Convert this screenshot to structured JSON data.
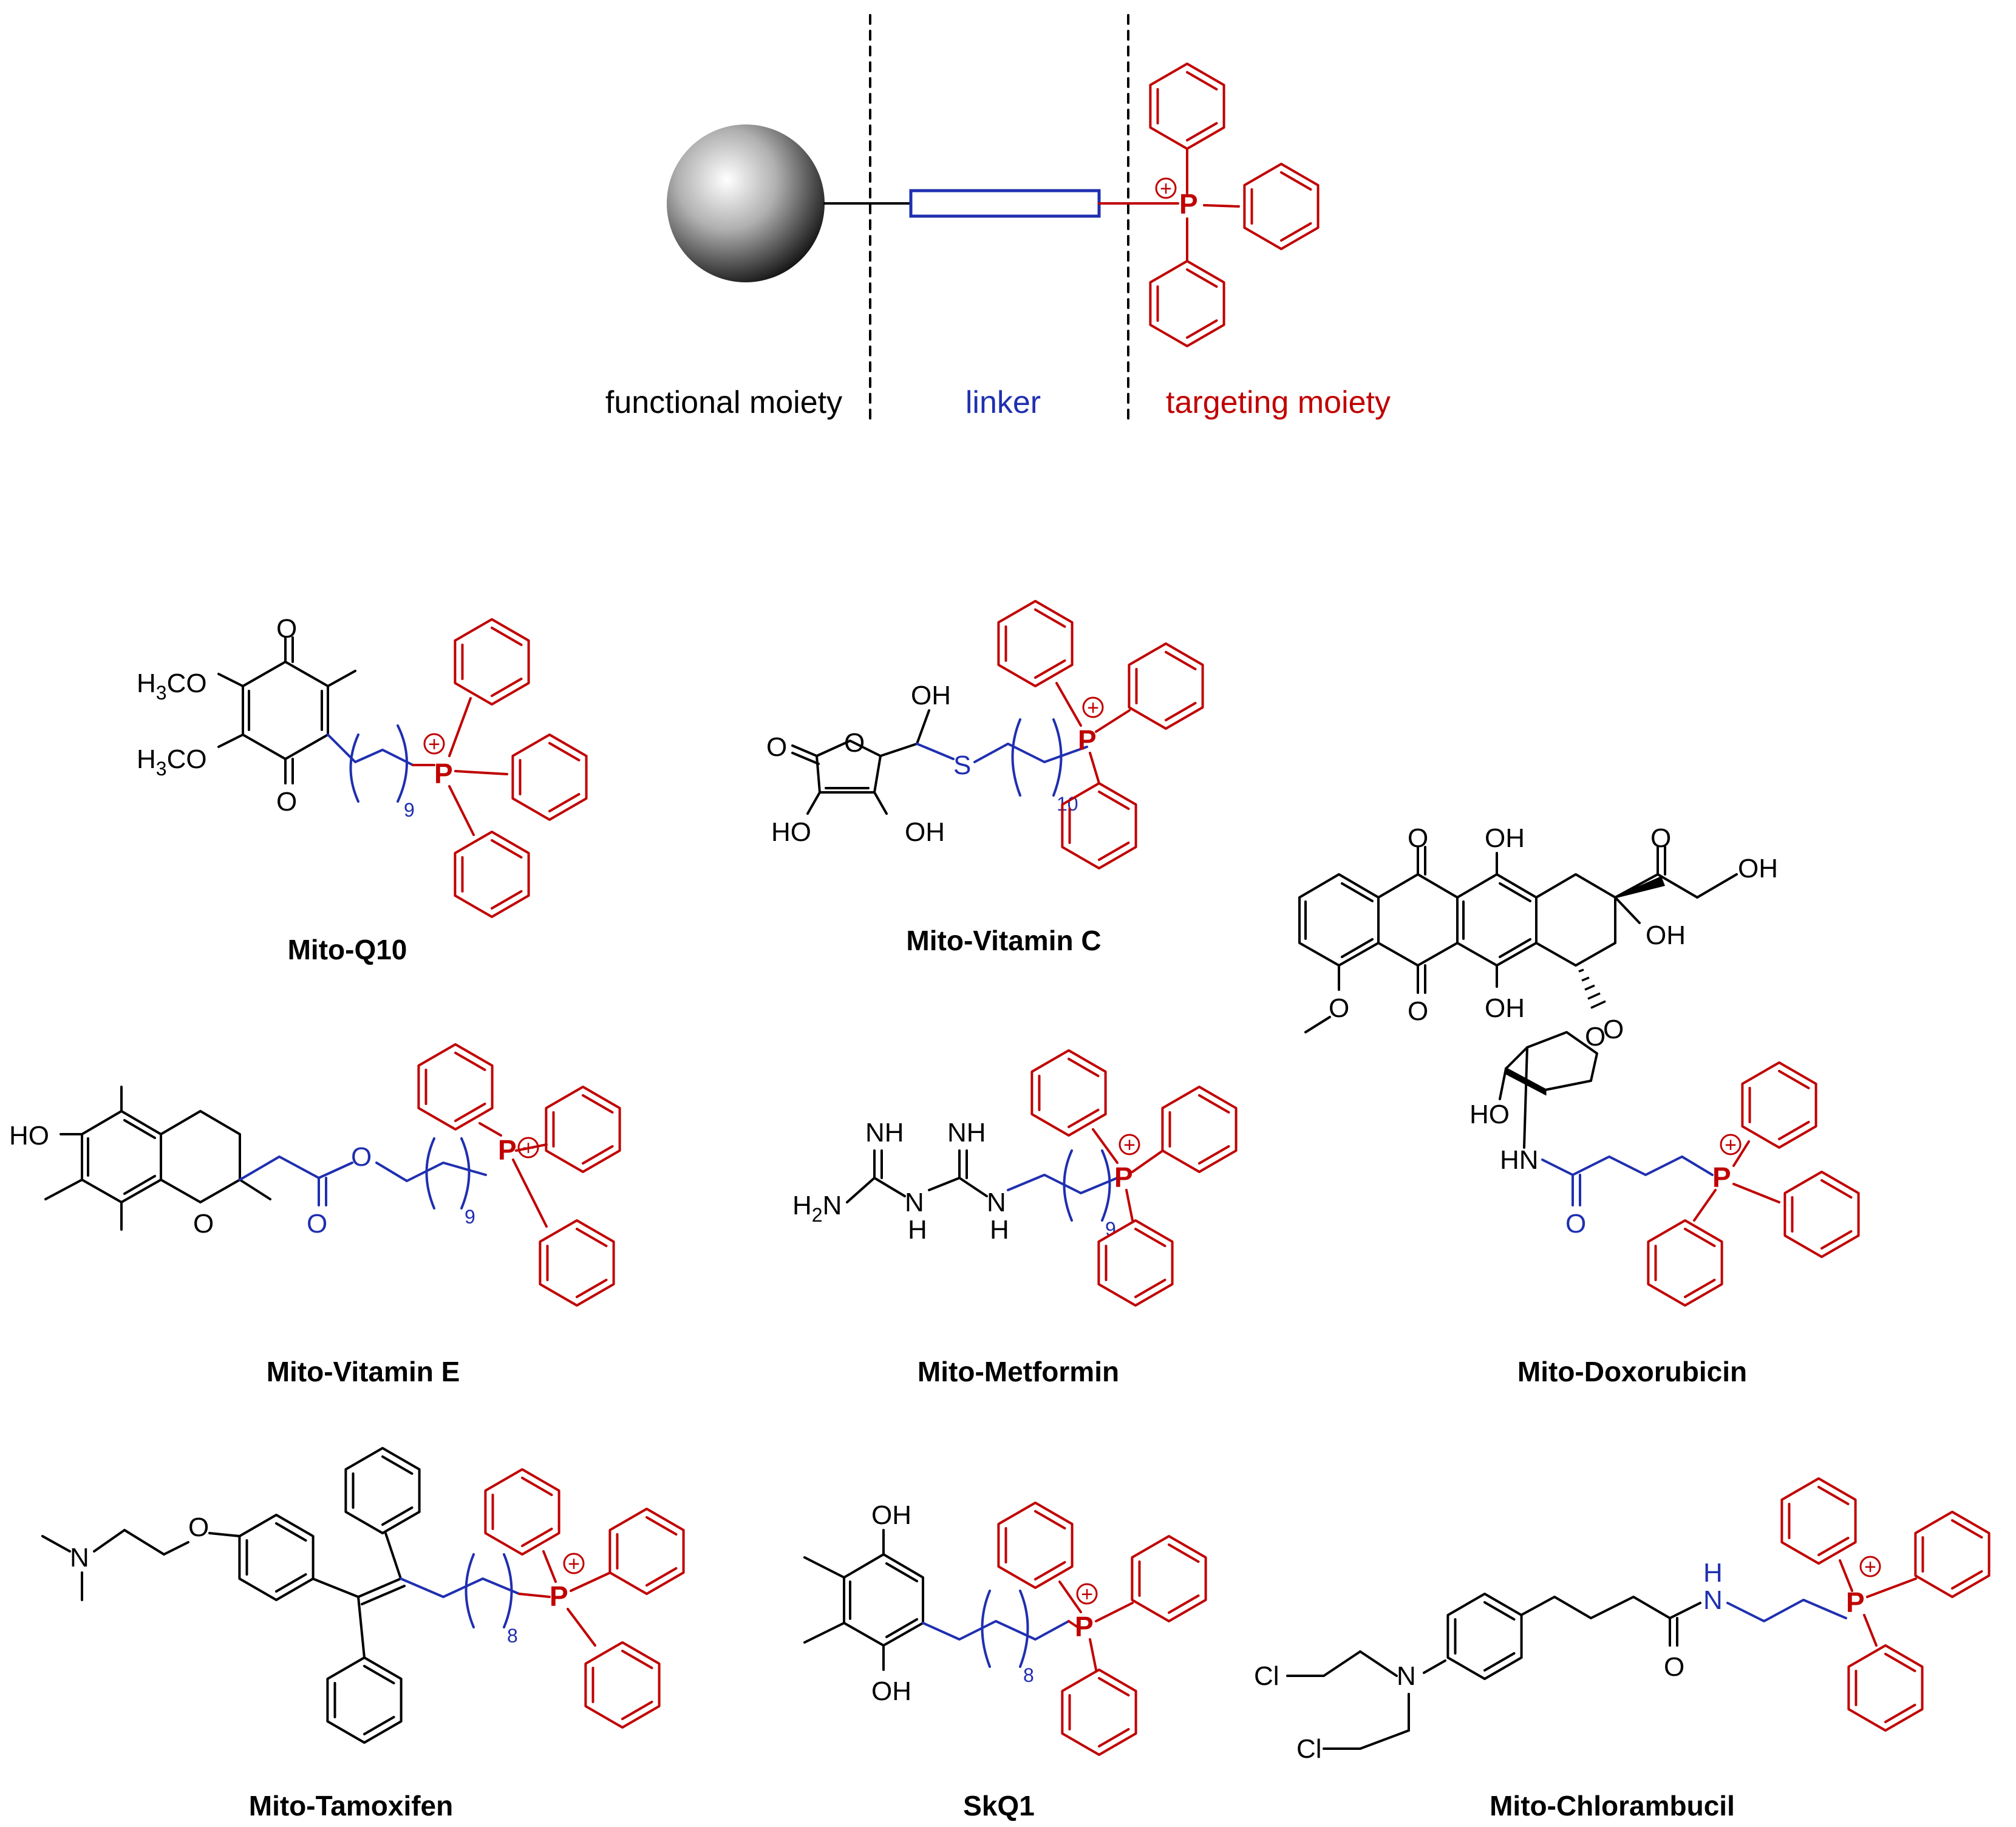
{
  "header": {
    "functional_label": "functional moiety",
    "linker_label": "linker",
    "targeting_label": "targeting moiety",
    "phosphorus": "P",
    "charge": "+"
  },
  "compounds": {
    "mito_q10": "Mito-Q10",
    "mito_vitamin_c": "Mito-Vitamin C",
    "mito_doxorubicin": "Mito-Doxorubicin",
    "mito_vitamin_e": "Mito-Vitamin E",
    "mito_metformin": "Mito-Metformin",
    "mito_tamoxifen": "Mito-Tamoxifen",
    "skq1": "SkQ1",
    "mito_chlorambucil": "Mito-Chlorambucil"
  },
  "atoms": {
    "O": "O",
    "OH": "OH",
    "HO": "HO",
    "S": "S",
    "NH": "NH",
    "N": "N",
    "H": "H",
    "HN": "HN",
    "Cl": "Cl",
    "H3CO_a": "H",
    "three": "3",
    "CO": "CO",
    "H2N": "H",
    "two": "2"
  },
  "chain_counts": {
    "q10": "9",
    "vitc": "10",
    "vite": "9",
    "metformin": "9",
    "tamoxifen": "8",
    "skq1": "8"
  },
  "colors": {
    "functional": "#000000",
    "linker": "#1f2fb0",
    "targeting": "#c00000"
  }
}
